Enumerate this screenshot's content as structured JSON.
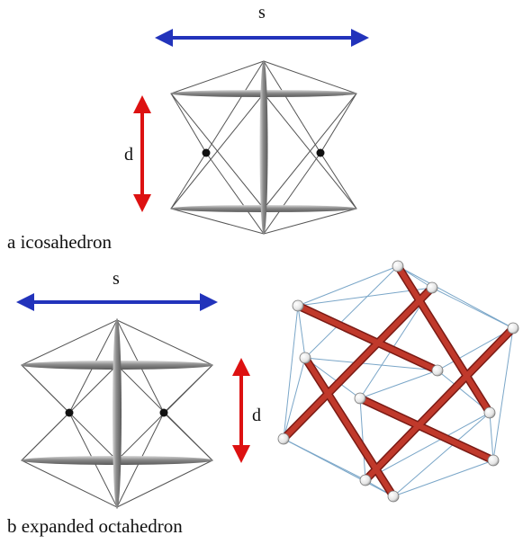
{
  "labels": {
    "span": "s",
    "depth": "d",
    "caption_a": "a icosahedron",
    "caption_b": "b expanded octahedron"
  },
  "colors": {
    "span_arrow": "#2233bb",
    "depth_arrow": "#dd1111",
    "strut_gray": "#9a9a9a",
    "strut_red": "#b52a22",
    "cable": "#555555",
    "cable_blue": "#7aa6c8",
    "node": "#111111"
  }
}
